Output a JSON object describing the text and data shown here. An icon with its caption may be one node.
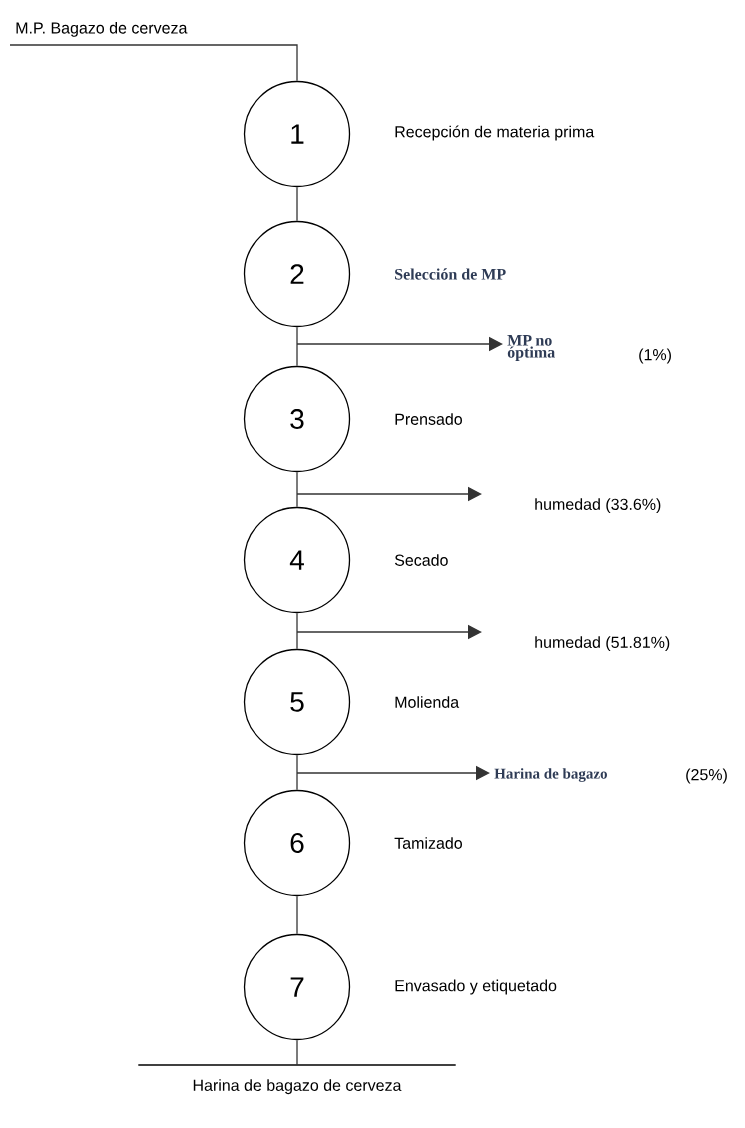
{
  "diagram": {
    "nodes": [
      {
        "text": [
          "M.P. Bagazo de cerveza"
        ]
      },
      {
        "text": [
          "1"
        ],
        "beside": [
          "Recepción de materia prima"
        ]
      },
      {
        "text": [
          "2"
        ],
        "beside": [
          "Selección de MP"
        ]
      },
      {
        "text": [
          "3"
        ],
        "beside": [
          "Prensado"
        ]
      },
      {
        "text": [
          "4"
        ],
        "beside": [
          "Secado"
        ]
      },
      {
        "text": [
          "5"
        ],
        "beside": [
          "Molienda"
        ]
      },
      {
        "text": [
          "6"
        ],
        "beside": [
          "Tamizado"
        ]
      },
      {
        "text": [
          "7"
        ],
        "beside": [
          "Envasado y etiquetado"
        ]
      },
      {
        "text": [
          "MP no óptima"
        ]
      },
      {
        "text": [
          "humedad (33.6%)"
        ]
      },
      {
        "text": [
          "humedad (51.81%)"
        ]
      },
      {
        "text": [
          "Harina de bagazo"
        ]
      },
      {
        "text": [
          "Harina de bagazo de cerveza"
        ]
      }
    ],
    "edges": [
      {
        "from": 0,
        "to": 1,
        "arrow": "none"
      },
      {
        "from": 1,
        "to": 2,
        "arrow": "none"
      },
      {
        "from": 2,
        "to": 3,
        "arrow": "none"
      },
      {
        "from": 3,
        "to": 4,
        "arrow": "none"
      },
      {
        "from": 4,
        "to": 5,
        "arrow": "none"
      },
      {
        "from": 5,
        "to": 6,
        "arrow": "none"
      },
      {
        "from": 6,
        "to": 7,
        "arrow": "none"
      },
      {
        "from": 7,
        "to": 12,
        "arrow": "none"
      },
      {
        "from": null,
        "to": 8,
        "arrow": "to"
      },
      {
        "from": null,
        "to": 9,
        "arrow": "to"
      },
      {
        "from": null,
        "to": 10,
        "arrow": "to"
      },
      {
        "from": null,
        "to": 11,
        "arrow": "to"
      }
    ],
    "labels": [
      "(1%)",
      "(25%)"
    ]
  }
}
